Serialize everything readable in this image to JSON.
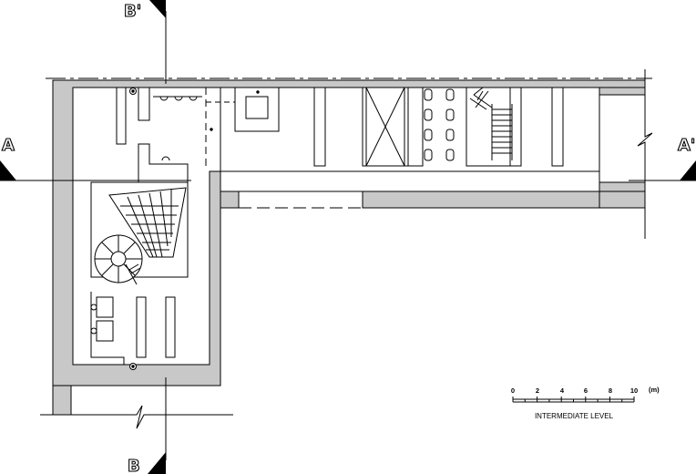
{
  "section_labels": {
    "a_left": "A",
    "a_right": "A'",
    "b_top": "B'",
    "b_bottom": "B"
  },
  "scale_bar": {
    "ticks": [
      "0",
      "2",
      "4",
      "6",
      "8",
      "10"
    ],
    "unit": "(m)",
    "caption": "INTERMEDIATE LEVEL"
  },
  "colors": {
    "wall_fill": "#c8c8c8",
    "line": "#000000",
    "background": "#ffffff"
  }
}
